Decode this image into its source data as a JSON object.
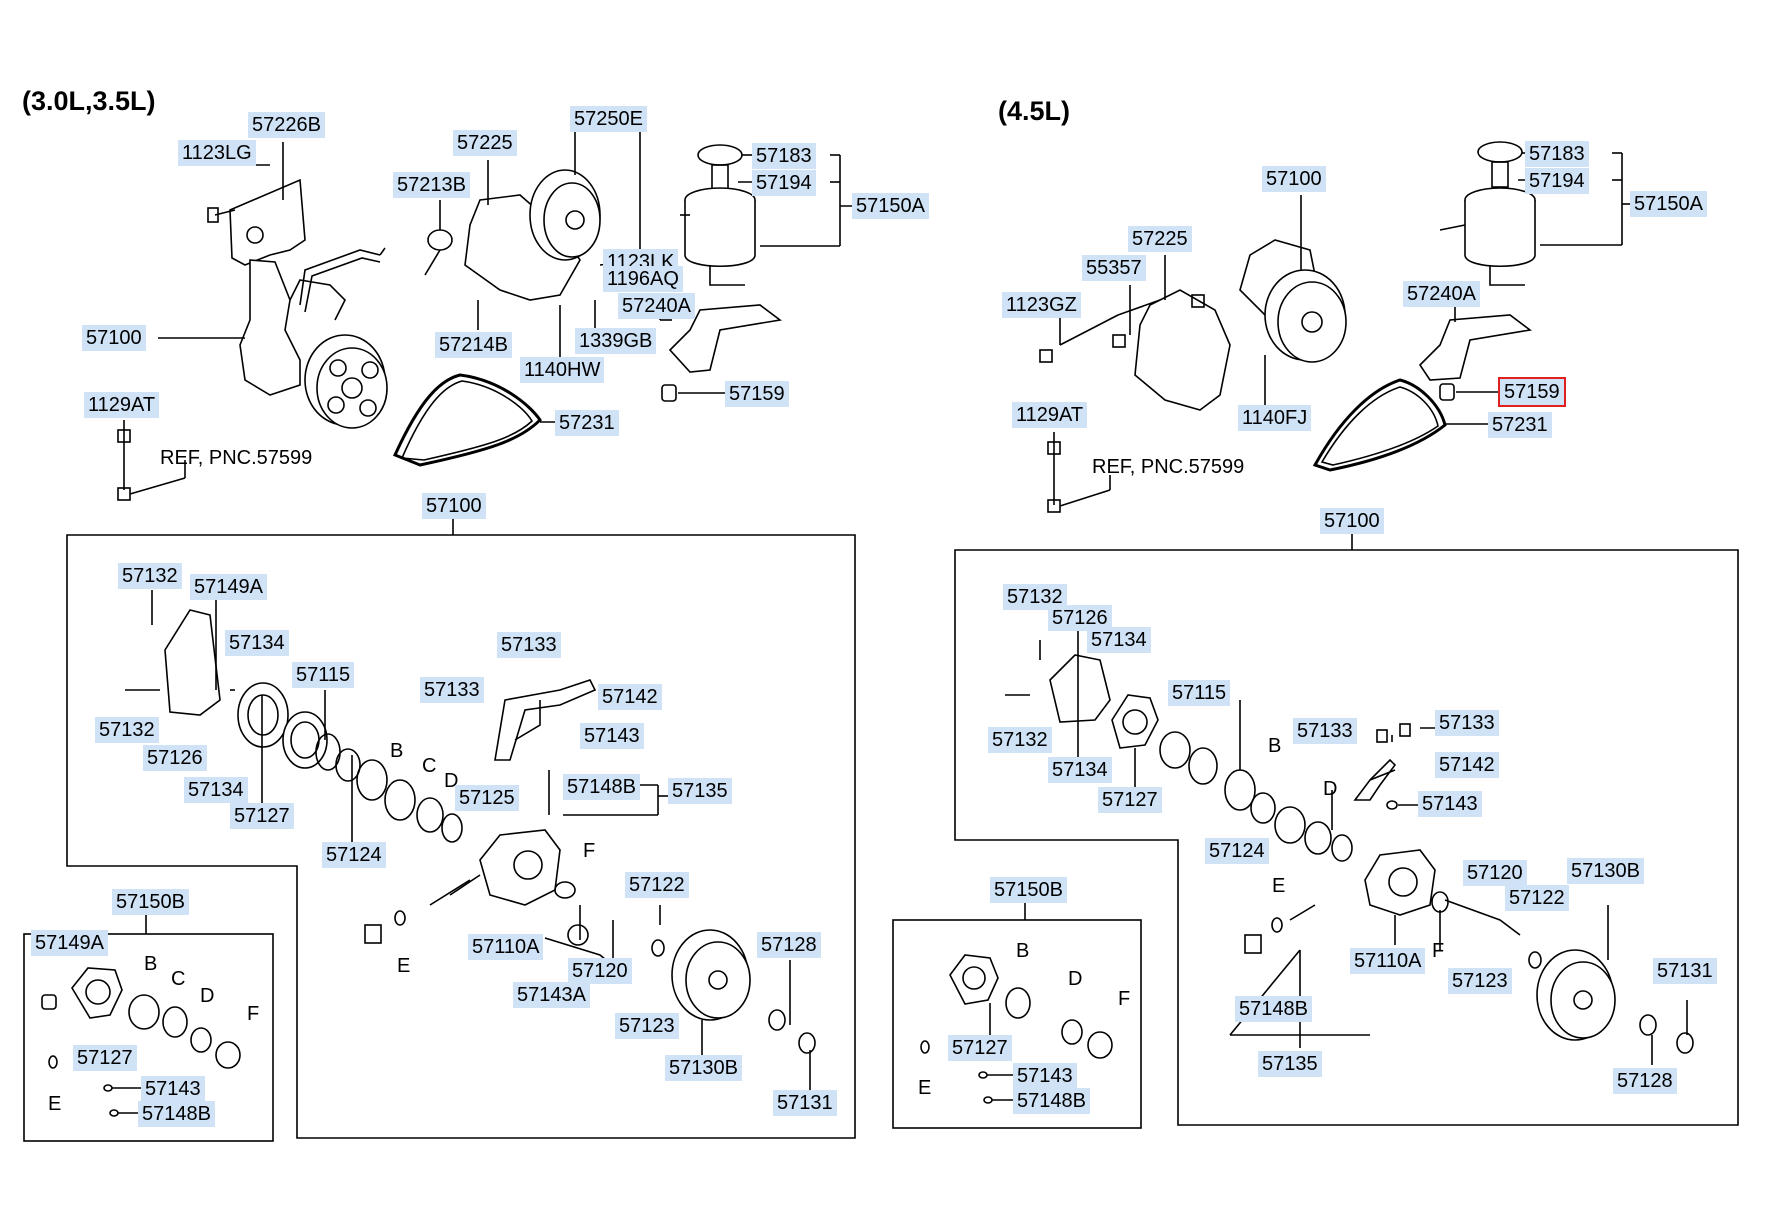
{
  "sections": [
    {
      "id": "left",
      "title": "(3.0L,3.5L)"
    },
    {
      "id": "right",
      "title": "(4.5L)"
    }
  ],
  "ref_notes": [
    "REF, PNC.57599",
    "REF, PNC.57599"
  ],
  "letters": [
    "B",
    "C",
    "D",
    "E",
    "F",
    "B",
    "C",
    "D",
    "E",
    "F",
    "B",
    "D",
    "E",
    "F",
    "B",
    "D",
    "E",
    "F"
  ],
  "highlighted_part": "57159",
  "labels": [
    "57226B",
    "1123LG",
    "57225",
    "57250E",
    "57213B",
    "57183",
    "57194",
    "57150A",
    "1123LK",
    "1196AQ",
    "57240A",
    "1339GB",
    "57214B",
    "1140HW",
    "57100",
    "57159",
    "1129AT",
    "57231",
    "57100",
    "57132",
    "57149A",
    "57134",
    "57115",
    "57133",
    "57133",
    "57142",
    "57143",
    "57132",
    "57126",
    "57134",
    "57127",
    "57148B",
    "57135",
    "57125",
    "57124",
    "57122",
    "57110A",
    "57120",
    "57143A",
    "57128",
    "57123",
    "57130B",
    "57131",
    "57150B",
    "57149A",
    "57127",
    "57143",
    "57148B",
    "57183",
    "57194",
    "57150A",
    "57100",
    "57225",
    "55357",
    "1123GZ",
    "57240A",
    "57159",
    "1129AT",
    "1140FJ",
    "57231",
    "57100",
    "57132",
    "57126",
    "57134",
    "57115",
    "57133",
    "57133",
    "57142",
    "57143",
    "57132",
    "57134",
    "57127",
    "57124",
    "57120",
    "57130B",
    "57122",
    "57110A",
    "57123",
    "57131",
    "57148B",
    "57135",
    "57128",
    "57150B",
    "57127",
    "57143",
    "57148B"
  ]
}
